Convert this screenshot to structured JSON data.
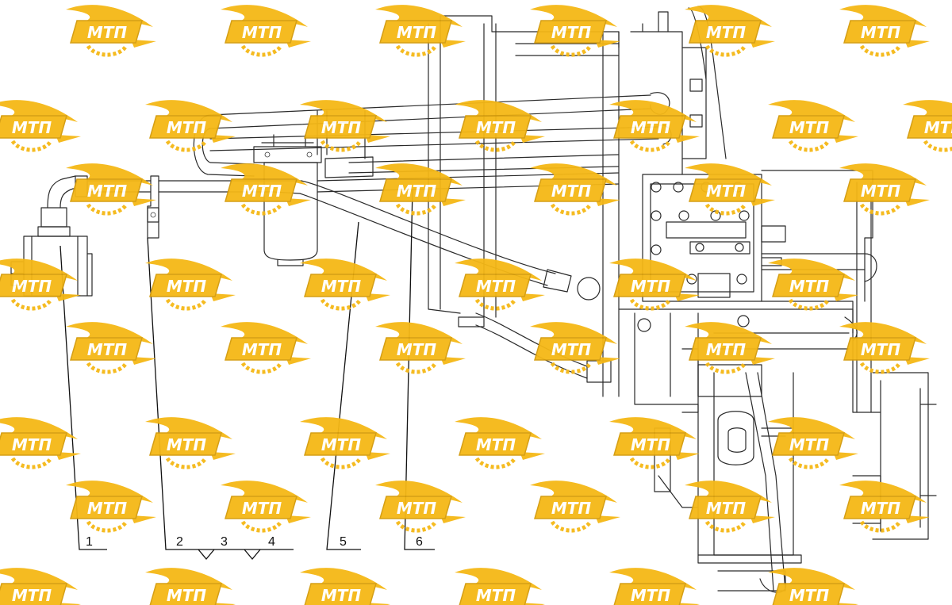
{
  "callouts": {
    "labels": [
      "1",
      "2",
      "3",
      "4",
      "5",
      "6"
    ]
  },
  "watermark": {
    "text": "МТП",
    "color": "#F5B816",
    "shadow_color": "#D39A0A"
  },
  "colors": {
    "line": "#2a2a2a",
    "background": "#ffffff"
  }
}
